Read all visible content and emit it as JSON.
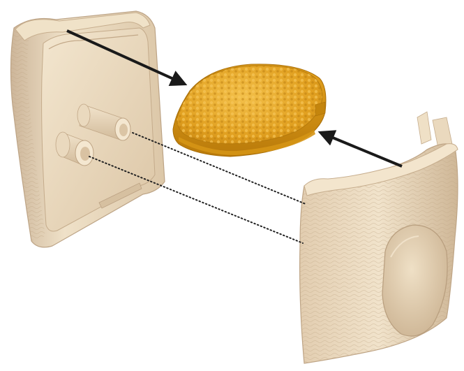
{
  "diagram": {
    "kind": "exploded-assembly",
    "parts": [
      {
        "id": "left-housing",
        "color": "#e9d8bd",
        "shade": "#cdb79a"
      },
      {
        "id": "center-insert",
        "color": "#e5a21c",
        "shade": "#c07f0c"
      },
      {
        "id": "right-housing",
        "color": "#ead9be",
        "shade": "#cbb393"
      }
    ],
    "connectors": [
      {
        "id": "arrow-left-to-insert",
        "style": "solid-arrow"
      },
      {
        "id": "arrow-right-to-insert",
        "style": "solid-arrow"
      },
      {
        "id": "dotted-guide-upper-peg",
        "style": "dotted"
      },
      {
        "id": "dotted-guide-lower-peg",
        "style": "dotted"
      }
    ],
    "colors": {
      "background": "#ffffff",
      "arrow": "#1a1a1a",
      "guide": "#222222"
    }
  }
}
